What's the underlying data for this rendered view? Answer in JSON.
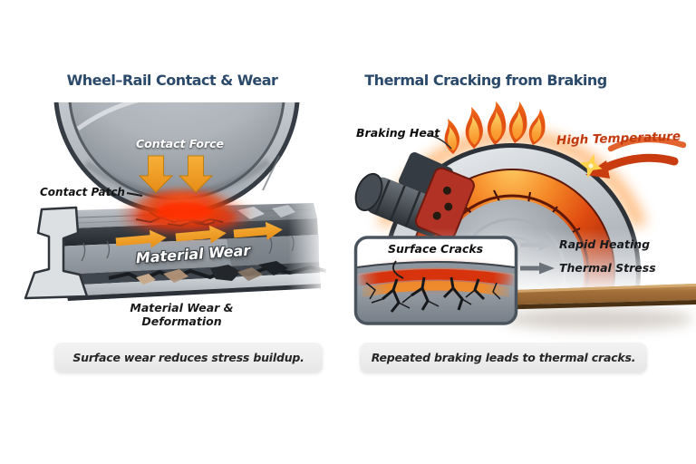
{
  "left": {
    "title": "Wheel–Rail Contact & Wear",
    "contact_force": "Contact Force",
    "contact_patch": "Contact Patch",
    "material_wear": "Material Wear",
    "deformation_line1": "Material Wear &",
    "deformation_line2": "Deformation",
    "caption": "Surface wear reduces stress buildup."
  },
  "right": {
    "title": "Thermal Cracking from Braking",
    "braking_heat": "Braking Heat",
    "high_temperature": "High Temperature",
    "surface_cracks": "Surface Cracks",
    "rapid_heating": "Rapid Heating",
    "thermal_stress": "Thermal Stress",
    "caption": "Repeated braking leads to thermal cracks."
  },
  "colors": {
    "title_navy": "#2b4a6b",
    "arrow_orange": "#f2a12f",
    "heat_red": "#d6330e",
    "high_temperature_text": "#c23a10",
    "caption_background": "#ededed",
    "sleeper_brown": "#9c6b35",
    "steel_gray": "#9aa1a8"
  },
  "icons": {
    "flames": "flame-icon",
    "contact_force": "down-arrow-icon",
    "material_wear": "right-arrow-icon",
    "high_temperature": "curved-arrow-icon",
    "spark": "spark-icon"
  }
}
